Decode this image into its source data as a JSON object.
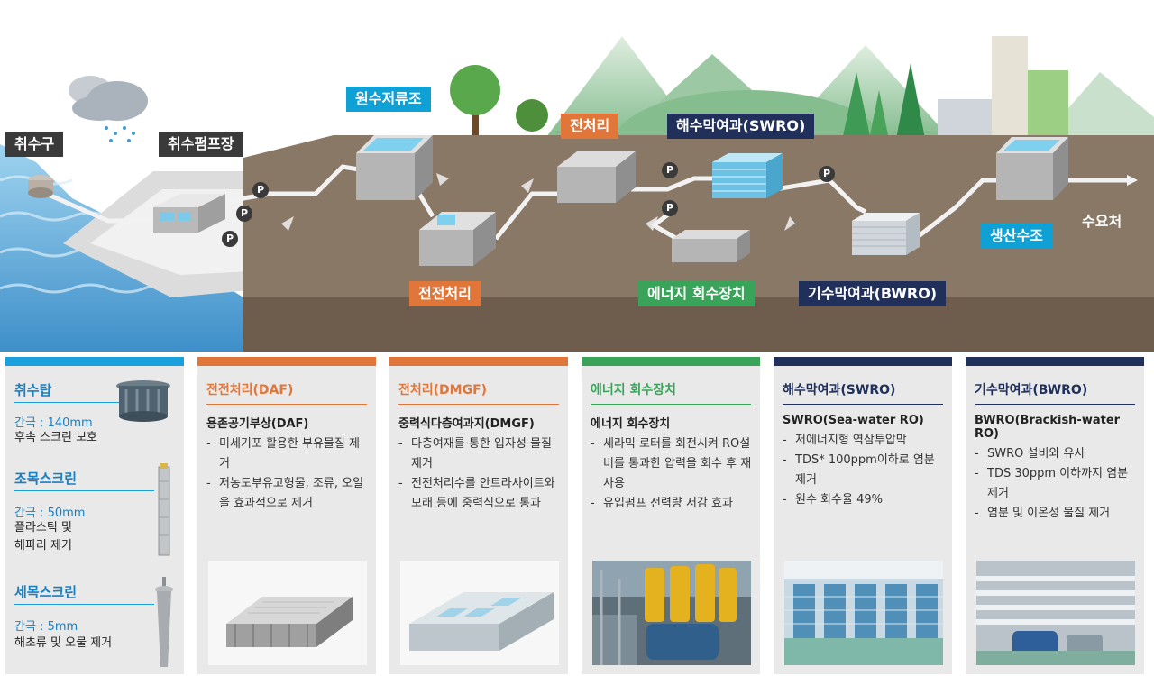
{
  "scene": {
    "labels": {
      "intake": "취수구",
      "intake_pump": "취수펌프장",
      "raw_tank": "원수저류조",
      "pretreatment": "전처리",
      "swro": "해수막여과(SWRO)",
      "pre_pretreatment": "전전처리",
      "energy_recovery": "에너지 회수장치",
      "bwro": "기수막여과(BWRO)",
      "product_tank": "생산수조",
      "destination": "수요처"
    },
    "pump_letter": "P"
  },
  "cards": {
    "screens": {
      "items": [
        {
          "title": "취수탑",
          "gap": "간극 : 140mm",
          "desc": "후속 스크린 보호"
        },
        {
          "title": "조목스크린",
          "gap": "간극 : 50mm",
          "desc": "플라스틱 및\n해파리 제거"
        },
        {
          "title": "세목스크린",
          "gap": "간극 : 5mm",
          "desc": "해초류 및 오물 제거"
        }
      ]
    },
    "daf": {
      "head": "전전처리(DAF)",
      "sub": "용존공기부상(DAF)",
      "bullets": [
        "미세기포 활용한 부유물질 제거",
        "저농도부유고형물, 조류, 오일을 효과적으로 제거"
      ]
    },
    "dmgf": {
      "head": "전처리(DMGF)",
      "sub": "중력식다층여과지(DMGF)",
      "bullets": [
        "다층여재를 통한 입자성 물질 제거",
        "전전처리수를 안트라사이트와 모래 등에 중력식으로 통과"
      ]
    },
    "erd": {
      "head": "에너지 회수장치",
      "sub": "에너지 회수장치",
      "bullets": [
        "세라믹 로터를 회전시켜 RO설비를 통과한 압력을 회수 후 재사용",
        "유입펌프 전력량 저감 효과"
      ]
    },
    "swro": {
      "head": "해수막여과(SWRO)",
      "sub": "SWRO(Sea-water RO)",
      "bullets": [
        "저에너지형 역삼투압막",
        "TDS* 100ppm이하로 염분 제거",
        "원수 회수율 49%"
      ]
    },
    "bwro": {
      "head": "기수막여과(BWRO)",
      "sub": "BWRO(Brackish-water RO)",
      "bullets": [
        "SWRO 설비와 유사",
        "TDS 30ppm 이하까지 염분 제거",
        "염분 및 이온성 물질 제거"
      ]
    }
  },
  "colors": {
    "screens": "#1aa0dc",
    "daf": "#e0763a",
    "dmgf": "#e0763a",
    "erd": "#3aa35a",
    "swro": "#20305a",
    "bwro": "#20305a"
  }
}
